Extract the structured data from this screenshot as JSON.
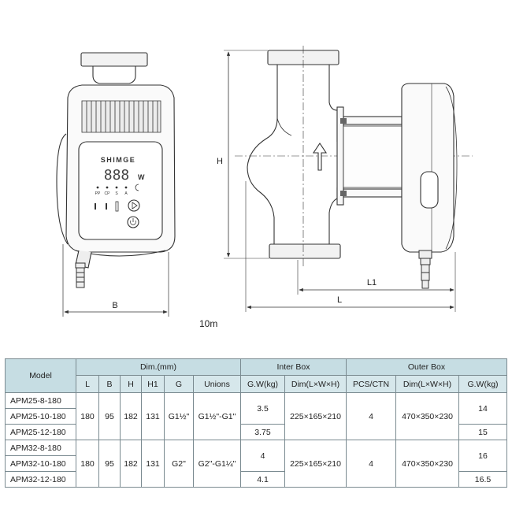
{
  "drawing": {
    "brand": "SHIMGE",
    "display": "888",
    "display_unit": "W",
    "indicator_labels": [
      "PP",
      "CP",
      "S",
      "A"
    ],
    "dim_labels": {
      "B": "B",
      "H": "H",
      "L": "L",
      "L1": "L1"
    },
    "scale_note": "10m"
  },
  "table": {
    "headers": {
      "model": "Model",
      "dim_group": "Dim.(mm)",
      "inter_group": "Inter Box",
      "outer_group": "Outer Box",
      "L": "L",
      "B": "B",
      "H": "H",
      "H1": "H1",
      "G": "G",
      "unions": "Unions",
      "ib_gw": "G.W(kg)",
      "ib_dim": "Dim(L×W×H)",
      "ob_pcs": "PCS/CTN",
      "ob_dim": "Dim(L×W×H)",
      "ob_gw": "G.W(kg)"
    },
    "groups": [
      {
        "models": [
          "APM25-8-180",
          "APM25-10-180",
          "APM25-12-180"
        ],
        "L": "180",
        "B": "95",
        "H": "182",
        "H1": "131",
        "G": "G1½\"",
        "unions": "G1½\"-G1\"",
        "ib_gw": [
          "3.5",
          "3.75"
        ],
        "ib_dim": "225×165×210",
        "ob_pcs": "4",
        "ob_dim": "470×350×230",
        "ob_gw": [
          "14",
          "15"
        ]
      },
      {
        "models": [
          "APM32-8-180",
          "APM32-10-180",
          "APM32-12-180"
        ],
        "L": "180",
        "B": "95",
        "H": "182",
        "H1": "131",
        "G": "G2\"",
        "unions": "G2\"-G1¼\"",
        "ib_gw": [
          "4",
          "4.1"
        ],
        "ib_dim": "225×165×210",
        "ob_pcs": "4",
        "ob_dim": "470×350×230",
        "ob_gw": [
          "16",
          "16.5"
        ]
      }
    ]
  }
}
